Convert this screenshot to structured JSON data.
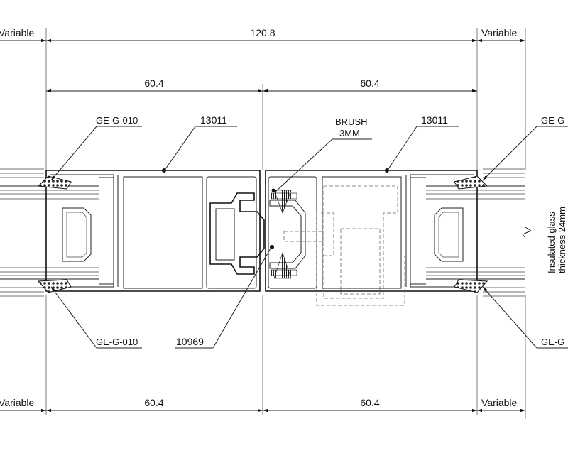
{
  "dimensions": {
    "top_total": "120.8",
    "top_left_half": "60.4",
    "top_right_half": "60.4",
    "top_left_variable": "Variable",
    "top_right_variable": "Variable",
    "bottom_left_half": "60.4",
    "bottom_right_half": "60.4",
    "bottom_left_variable": "Variable",
    "bottom_right_variable": "Variable"
  },
  "callouts": {
    "gasket_top_left": "GE-G-010",
    "gasket_bottom_left": "GE-G-010",
    "gasket_top_right": "GE-G",
    "gasket_bottom_right": "GE-G",
    "profile_left": "13011",
    "profile_right": "13011",
    "brush_line1": "BRUSH",
    "brush_line2": "3MM",
    "interlock": "10969"
  },
  "glass_note_line1": "Insulated glass",
  "glass_note_line2": "thickness 24mm"
}
